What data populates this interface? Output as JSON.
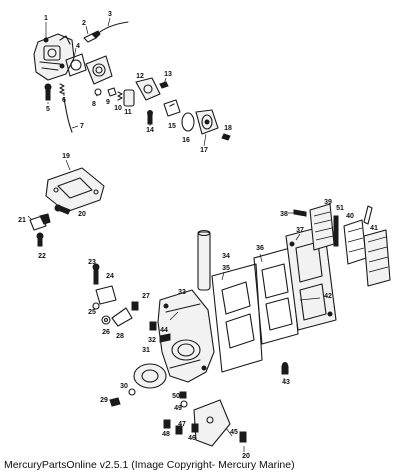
{
  "caption": "MercuryPartsOnline v2.5.1 (Image Copyright- Mercury Marine)",
  "callouts": [
    "1",
    "2",
    "3",
    "4",
    "5",
    "6",
    "7",
    "8",
    "9",
    "10",
    "11",
    "12",
    "13",
    "14",
    "15",
    "16",
    "17",
    "18",
    "19",
    "20",
    "21",
    "22",
    "23",
    "24",
    "25",
    "26",
    "27",
    "28",
    "29",
    "30",
    "31",
    "32",
    "33",
    "34",
    "35",
    "36",
    "37",
    "38",
    "39",
    "40",
    "41",
    "42",
    "43",
    "44",
    "45",
    "46",
    "47",
    "48",
    "49",
    "50",
    "51"
  ]
}
